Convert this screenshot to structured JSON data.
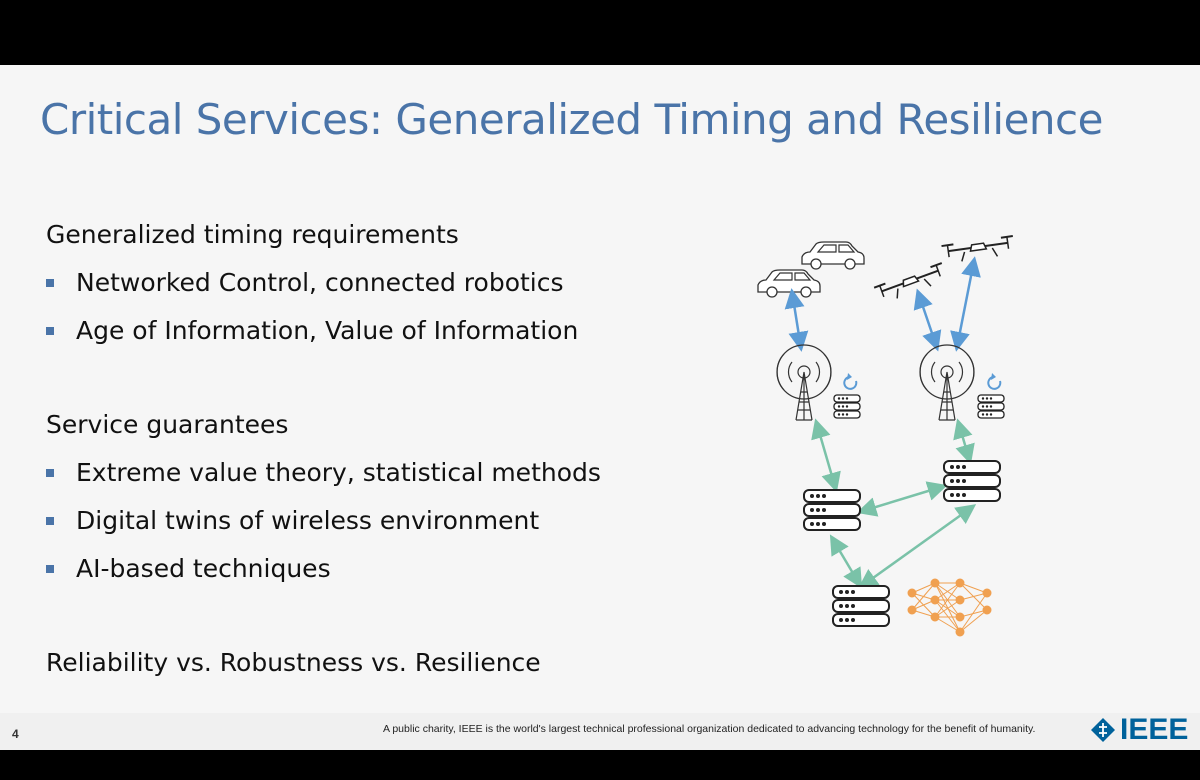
{
  "slide": {
    "title": "Critical Services: Generalized Timing and Resilience",
    "sections": [
      {
        "heading": "Generalized timing requirements",
        "bullets": [
          "Networked Control, connected robotics",
          "Age of Information, Value of Information"
        ]
      },
      {
        "heading": "Service guarantees",
        "bullets": [
          "Extreme value theory, statistical methods",
          "Digital twins of wireless environment",
          "AI-based techniques"
        ]
      }
    ],
    "closing": "Reliability vs. Robustness vs. Resilience",
    "bullet_color": "#4a74a8"
  },
  "diagram": {
    "arrow_color_blue": "#5b9bd5",
    "arrow_color_green": "#7ac2a8",
    "neural_net_color": "#f0a050",
    "icons": [
      "car-icon",
      "car-icon",
      "drone-icon",
      "drone-icon",
      "cell-tower-icon",
      "cell-tower-icon",
      "server-stack-icon",
      "server-stack-icon",
      "server-stack-icon",
      "neural-network-icon",
      "refresh-icon"
    ]
  },
  "footer": {
    "page_number": "4",
    "tagline": "A public charity, IEEE is the world's largest technical professional organization dedicated to advancing technology for the benefit of humanity.",
    "logo_text": "IEEE",
    "logo_color": "#00629b"
  }
}
